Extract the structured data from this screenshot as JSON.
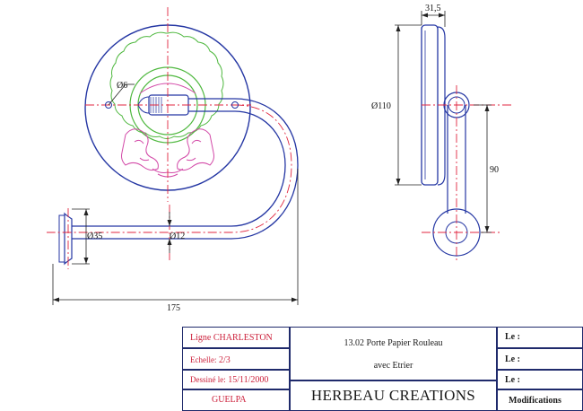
{
  "dimensions": {
    "diameter_6": "Ø6",
    "diameter_35": "Ø35",
    "diameter_12": "Ø12",
    "length_175": "175",
    "depth_31_5": "31,5",
    "diameter_110": "Ø110",
    "height_90": "90"
  },
  "title_block": {
    "ligne_label": "Ligne",
    "ligne_value": "CHARLESTON",
    "echelle_label": "Echelle:",
    "echelle_value": "2/3",
    "dessine_label": "Dessiné le:",
    "dessine_value": "15/11/2000",
    "author": "GUELPA",
    "product_line1": "13.02 Porte Papier Rouleau",
    "product_line2": "avec Etrier",
    "company": "HERBEAU CREATIONS",
    "le1": "Le :",
    "le2": "Le :",
    "le3": "Le :",
    "modifications": "Modifications"
  },
  "colors": {
    "outline": "#2436a3",
    "centerline": "#e0263f",
    "decoration_green": "#4fb83f",
    "decoration_pink": "#d34aa8",
    "dimension": "#222222"
  }
}
